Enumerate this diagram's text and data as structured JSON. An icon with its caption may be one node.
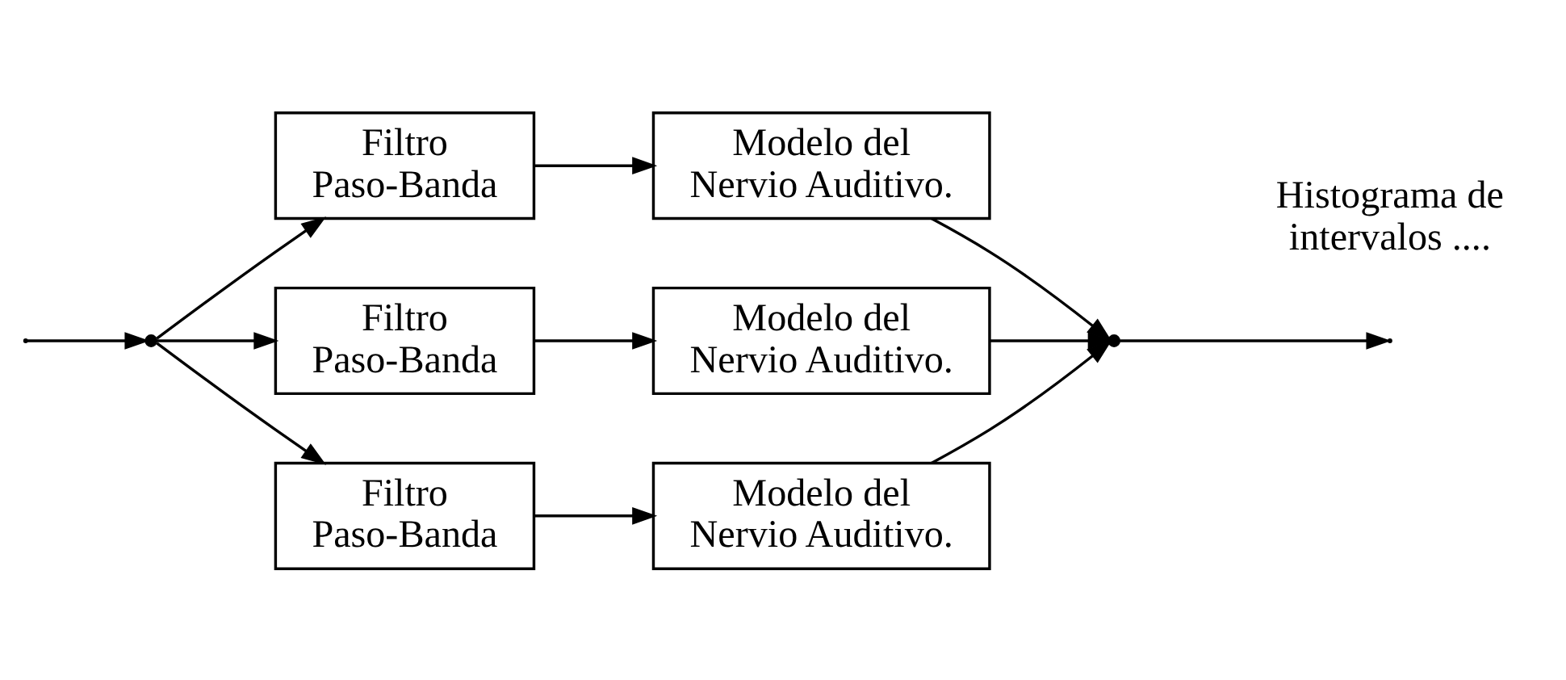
{
  "diagram": {
    "nodes": [
      {
        "text": [],
        "shape": "point"
      },
      {
        "text": [
          "Filtro Paso-Banda"
        ]
      },
      {
        "text": [
          "Filtro Paso-Banda"
        ]
      },
      {
        "text": [
          "Filtro Paso-Banda"
        ]
      },
      {
        "text": [
          "Modelo del Nervio Auditivo."
        ]
      },
      {
        "text": [
          "Modelo del Nervio Auditivo."
        ]
      },
      {
        "text": [
          "Modelo del Nervio Auditivo."
        ]
      },
      {
        "text": [],
        "shape": "point"
      }
    ],
    "edges": [
      {
        "from": null,
        "to": 0,
        "arrow": "to"
      },
      {
        "from": 0,
        "to": 1,
        "arrow": "to"
      },
      {
        "from": 0,
        "to": 2,
        "arrow": "to"
      },
      {
        "from": 0,
        "to": 3,
        "arrow": "to"
      },
      {
        "from": 1,
        "to": 4,
        "arrow": "to"
      },
      {
        "from": 2,
        "to": 5,
        "arrow": "to"
      },
      {
        "from": 3,
        "to": 6,
        "arrow": "to"
      },
      {
        "from": 4,
        "to": 7,
        "arrow": "to"
      },
      {
        "from": 5,
        "to": 7,
        "arrow": "to"
      },
      {
        "from": 6,
        "to": 7,
        "arrow": "to"
      },
      {
        "from": 7,
        "to": null,
        "arrow": "to"
      }
    ],
    "labels": [
      "Histograma de intervalos ...."
    ]
  }
}
